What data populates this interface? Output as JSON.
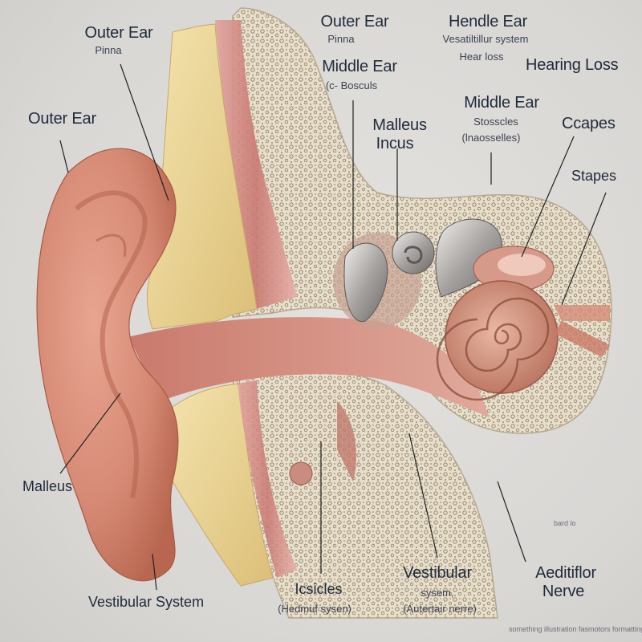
{
  "labels": {
    "top_left_title": "Outer Ear",
    "top_left_sub": "Pinna",
    "left_outer": "Outer Ear",
    "left_malleus": "Malleus",
    "bottom_vestibular": "Vestibular System",
    "top_center_title": "Outer Ear",
    "top_center_sub": "Pinna",
    "middle_ear_1": "Middle Ear",
    "middle_ear_1_sub": "(c- Bosculs",
    "malleus_1": "Malleus",
    "incus": "Incus",
    "hendle_title": "Hendle Ear",
    "hendle_sub1": "Vesatiltillur system",
    "hendle_sub2": "Hear loss",
    "hearing_loss": "Hearing Loss",
    "middle_ear_2": "Middle Ear",
    "middle_ear_2_sub1": "Stosscles",
    "middle_ear_2_sub2": "(lnaosselles)",
    "capes": "Ccapes",
    "stapes": "Stapes",
    "icsicles": "Icsicles",
    "icsicles_sub": "(Hedmuf sysen)",
    "vestibular_title": "Vestibular",
    "vestibular_sub1": "sysem,",
    "vestibular_sub2": "(Autertair nerre)",
    "auditory_1": "Aeditiflor",
    "auditory_2": "Nerve",
    "faint_right": "bard lo",
    "footer": "something illustration fasmotors formatting"
  },
  "colors": {
    "background": "#dcdad7",
    "skin": "#d9917d",
    "cartilage": "#ecd595",
    "bone": "#e6dcc7",
    "muscle": "#d98a86",
    "label_text": "#1f2a3a",
    "leader_line": "#222222"
  }
}
